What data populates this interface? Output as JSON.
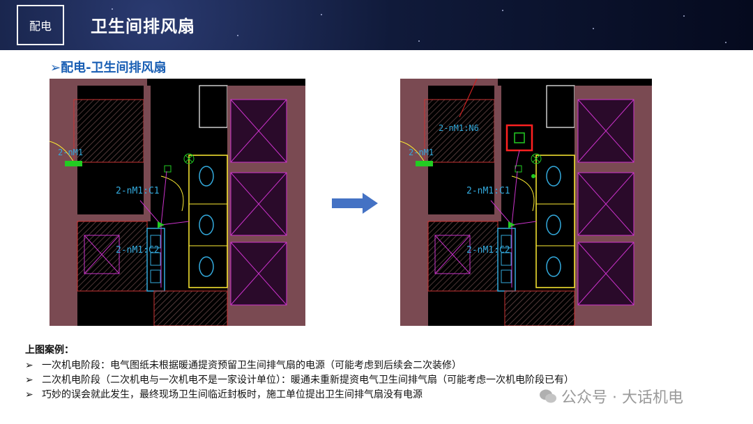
{
  "header": {
    "section_tag": "配电",
    "title": "卫生间排风扇"
  },
  "subtitle": "➢配电-卫生间排风扇",
  "drawings": {
    "left": {
      "labels": [
        "2-nM1",
        "2-nM1:C1",
        "2-nM1:C2"
      ]
    },
    "right": {
      "labels": [
        "2-nM1:N6",
        "2-nM1",
        "2-nM1:C1",
        "2-nM1:C2"
      ]
    }
  },
  "case": {
    "title": "上图案例：",
    "bullet_mark": "➢",
    "items": [
      "一次机电阶段：电气图纸未根据暖通提资预留卫生间排气扇的电源（可能考虑到后续会二次装修）",
      "二次机电阶段（二次机电与一次机电不是一家设计单位）：暖通未重新提资电气卫生间排气扇（可能考虑一次机电阶段已有）",
      "巧妙的误会就此发生，最终现场卫生间临近封板时，施工单位提出卫生间排气扇没有电源"
    ]
  },
  "watermark": "公众号 · 大话机电",
  "colors": {
    "header_bg": "#0a1230",
    "subtitle": "#1a5fb4",
    "arrow": "#4472c4",
    "highlight": "#ff2020"
  }
}
